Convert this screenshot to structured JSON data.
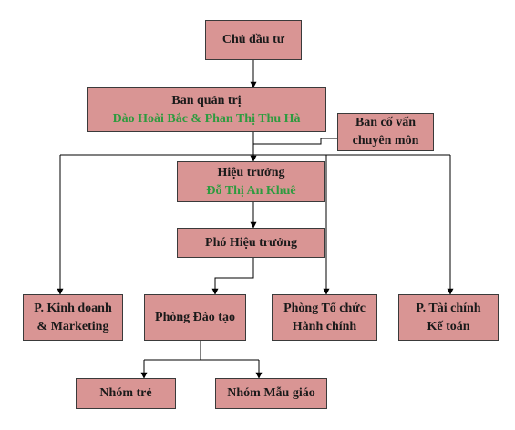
{
  "colors": {
    "box_fill": "#d99594",
    "box_border": "#3a3a3a",
    "line": "#000000",
    "highlight_text": "#2e9b3f"
  },
  "nodes": {
    "chu_dau_tu": {
      "label": "Chủ đầu tư"
    },
    "ban_quan_tri": {
      "label": "Ban quản trị",
      "members": "Đào Hoài Bắc & Phan Thị Thu Hà"
    },
    "ban_co_van": {
      "line1": "Ban cố vấn",
      "line2": "chuyên môn"
    },
    "hieu_truong": {
      "label": "Hiệu trưởng",
      "name": "Đỗ Thị An Khuê"
    },
    "pho_hieu_truong": {
      "label": "Phó Hiệu trưởng"
    },
    "p_kinh_doanh": {
      "line1": "P. Kinh doanh",
      "line2": "& Marketing"
    },
    "phong_dao_tao": {
      "label": "Phòng Đào tạo"
    },
    "phong_to_chuc": {
      "line1": "Phòng Tổ chức",
      "line2": "Hành chính"
    },
    "p_tai_chinh": {
      "line1": "P. Tài chính",
      "line2": "Kế toán"
    },
    "nhom_tre": {
      "label": "Nhóm trẻ"
    },
    "nhom_mau_giao": {
      "label": "Nhóm Mẫu giáo"
    }
  }
}
